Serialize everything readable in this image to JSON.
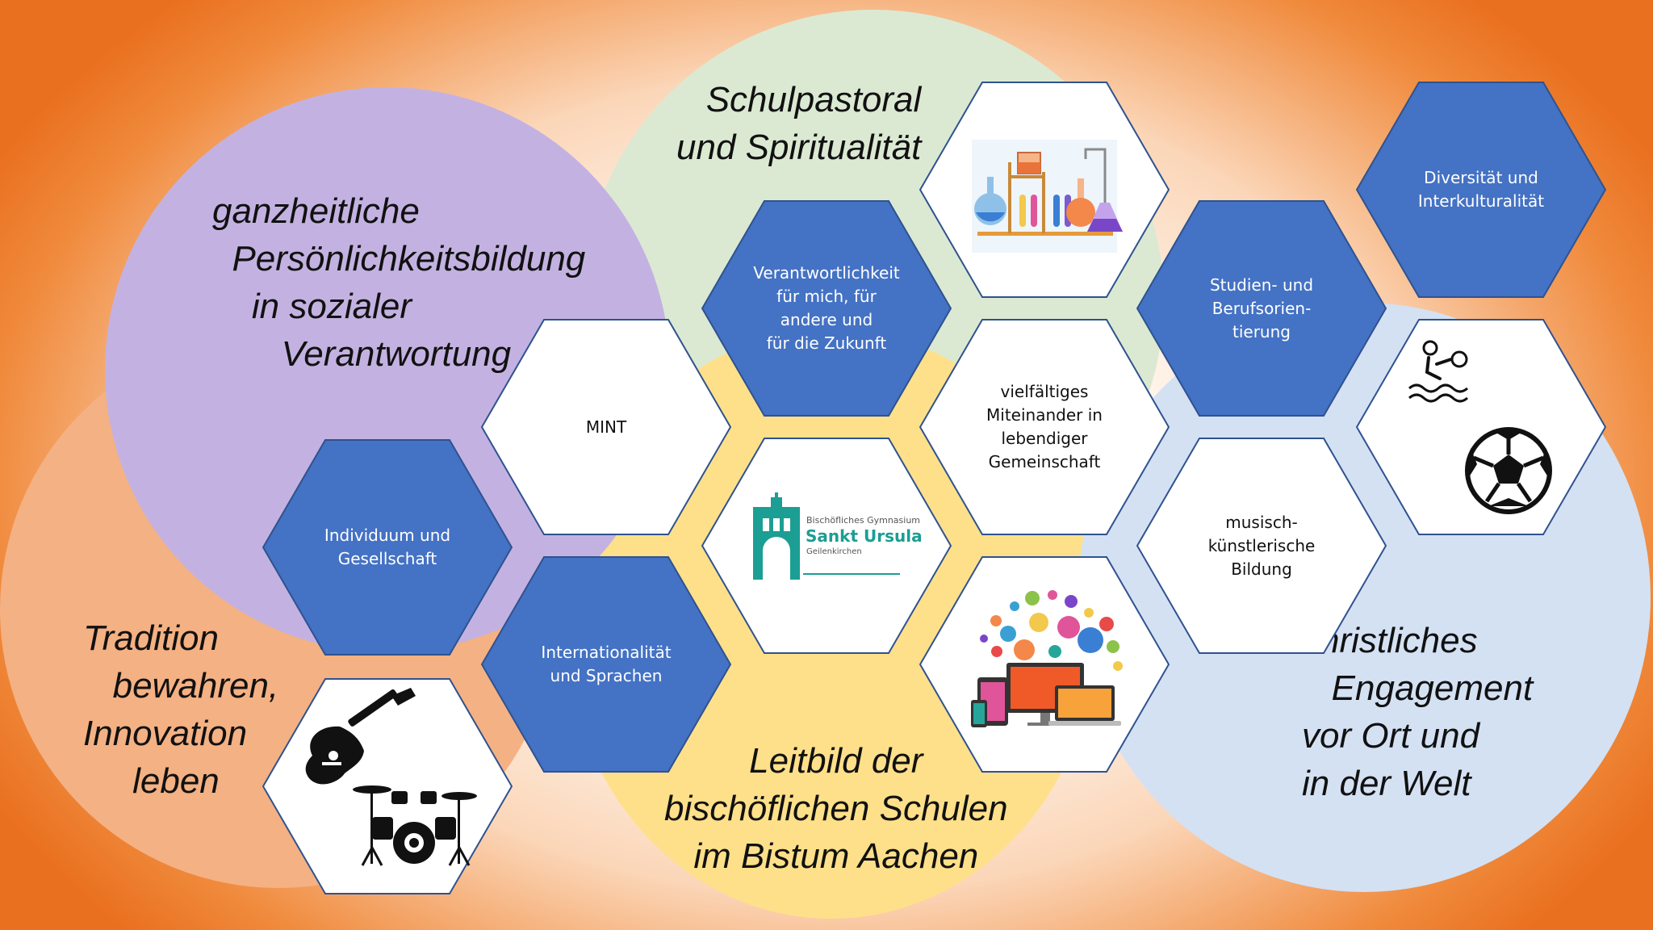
{
  "colors": {
    "hex_blue": "#4472c4",
    "hex_blue_border": "#2f528f",
    "hex_white": "#ffffff",
    "circle_purple": "#c3b2e1",
    "circle_green": "#dbe9d2",
    "circle_orange": "#f4b183",
    "circle_yellow": "#ffe08a",
    "circle_lightblue": "#d4e1f3",
    "logo_teal": "#1b9e93"
  },
  "circles": {
    "purple": "ganzheitliche\n  Persönlichkeitsbildung\n    in sozialer\n       Verantwortung",
    "green": "Schulpastoral\nund Spiritualität",
    "orange": "Tradition\n   bewahren,\nInnovation\n     leben",
    "yellow": "Leitbild der\nbischöflichen Schulen\nim Bistum Aachen",
    "blue": "christliches\n   Engagement\nvor Ort und\nin der Welt"
  },
  "hexagons": {
    "verantwortlichkeit": "Verantwortlichkeit\nfür mich, für\nandere und\nfür die Zukunft",
    "mint": "MINT",
    "individuum": "Individuum und\nGesellschaft",
    "international": "Internationalität\nund Sprachen",
    "miteinander": "vielfältiges\nMiteinander in\nlebendiger\nGemeinschaft",
    "studien": "Studien- und\nBerufsorien-\ntierung",
    "diversitaet": "Diversität und\nInterkulturalität",
    "musisch": "musisch-\nkünstlerische\nBildung"
  },
  "logo": {
    "line1": "Bischöfliches Gymnasium",
    "line2": "Sankt Ursula",
    "line3": "Geilenkirchen"
  },
  "icons": {
    "lab": "laboratory-flasks-icon",
    "devices": "digital-devices-icon",
    "music": "guitar-drums-icon",
    "sports": "water-polo-soccer-icon"
  }
}
